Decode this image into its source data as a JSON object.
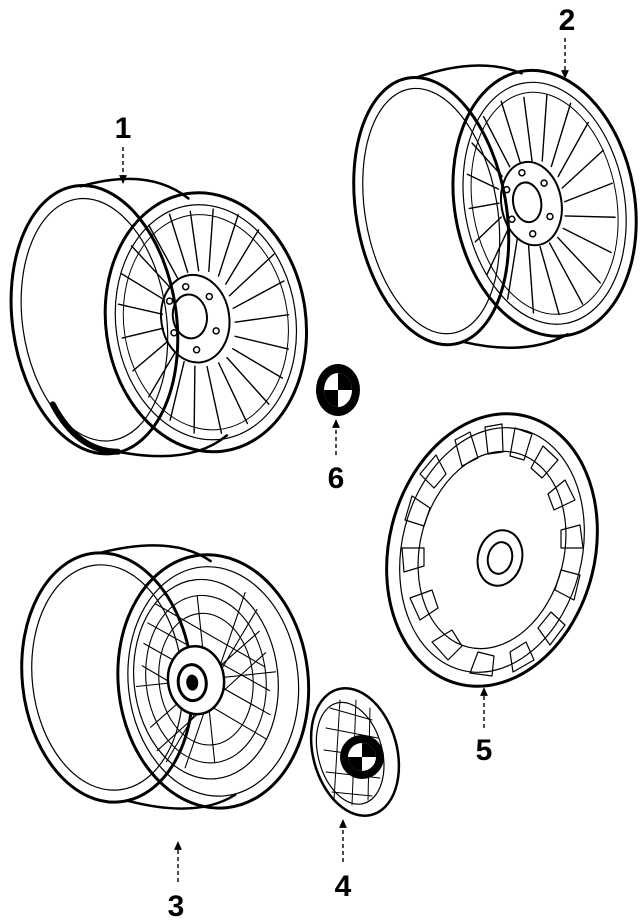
{
  "diagram": {
    "callouts": [
      {
        "id": "1",
        "label": "1",
        "part": "wheel"
      },
      {
        "id": "2",
        "label": "2",
        "part": "wheel"
      },
      {
        "id": "3",
        "label": "3",
        "part": "wheel"
      },
      {
        "id": "4",
        "label": "4",
        "part": "center-cap"
      },
      {
        "id": "5",
        "label": "5",
        "part": "wheel-cover"
      },
      {
        "id": "6",
        "label": "6",
        "part": "emblem"
      }
    ]
  }
}
